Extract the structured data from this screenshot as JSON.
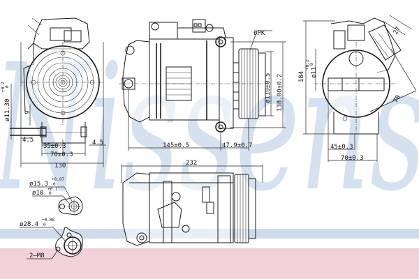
{
  "drawing": {
    "title": "A/C compressor dimensional drawing",
    "watermark": "Nissens",
    "colors": {
      "line": "#1a1a1a",
      "watermark": "#c9d7ec",
      "band_blue": "#c3d2e6",
      "band_pink": "#efc9d3",
      "background": "#ffffff"
    }
  },
  "views": {
    "front": {
      "dims": {
        "shaft_dia": "ø11.30",
        "shaft_tol_upper": "+0.2",
        "shaft_tol_lower": "0",
        "nine": "9",
        "left_offset": "4.5",
        "right_offset": "4.5",
        "half_mount": "35±0.3",
        "mount": "70±0.3",
        "width": "130"
      }
    },
    "side": {
      "dims": {
        "belt": "6PK",
        "pulley_dia": "ø110±0.5",
        "height": "138.00±0.2",
        "length_body": "145±0.5",
        "pulley_offset": "47.9±0.7"
      }
    },
    "rear": {
      "dims": {
        "height": "184",
        "port_dia": "ø11",
        "port_tol_upper": "+0.2",
        "port_tol_lower": "0",
        "port_spacing": "27",
        "diag": "70",
        "half_mount": "45±0.3",
        "mount": "70±0.3"
      }
    },
    "top": {
      "dims": {
        "overall_length": "232"
      }
    },
    "port_details": {
      "suction": {
        "outer_dia": "ø15.3",
        "outer_tol_upper": "+0.07",
        "outer_tol_lower": "0",
        "inner_dia": "ø10",
        "inner_tol_upper": "+0.1",
        "inner_tol_lower": "0"
      },
      "discharge": {
        "dia": "ø28.4",
        "tol_upper": "+0.08",
        "tol_lower": "0",
        "thread": "2–M8"
      }
    }
  }
}
